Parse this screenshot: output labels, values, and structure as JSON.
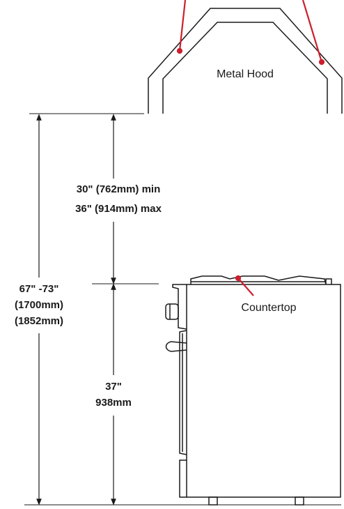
{
  "labels": {
    "hood": "Metal Hood",
    "countertop": "Countertop",
    "clearance_min": "30\" (762mm) min",
    "clearance_max": "36\" (914mm) max",
    "total_line1": "67\" -73\"",
    "total_line2": "(1700mm)",
    "total_line3": "(1852mm)",
    "range_line1": "37\"",
    "range_line2": "938mm"
  },
  "colors": {
    "line": "#1a1a1a",
    "pointer": "#cc1f2d"
  }
}
